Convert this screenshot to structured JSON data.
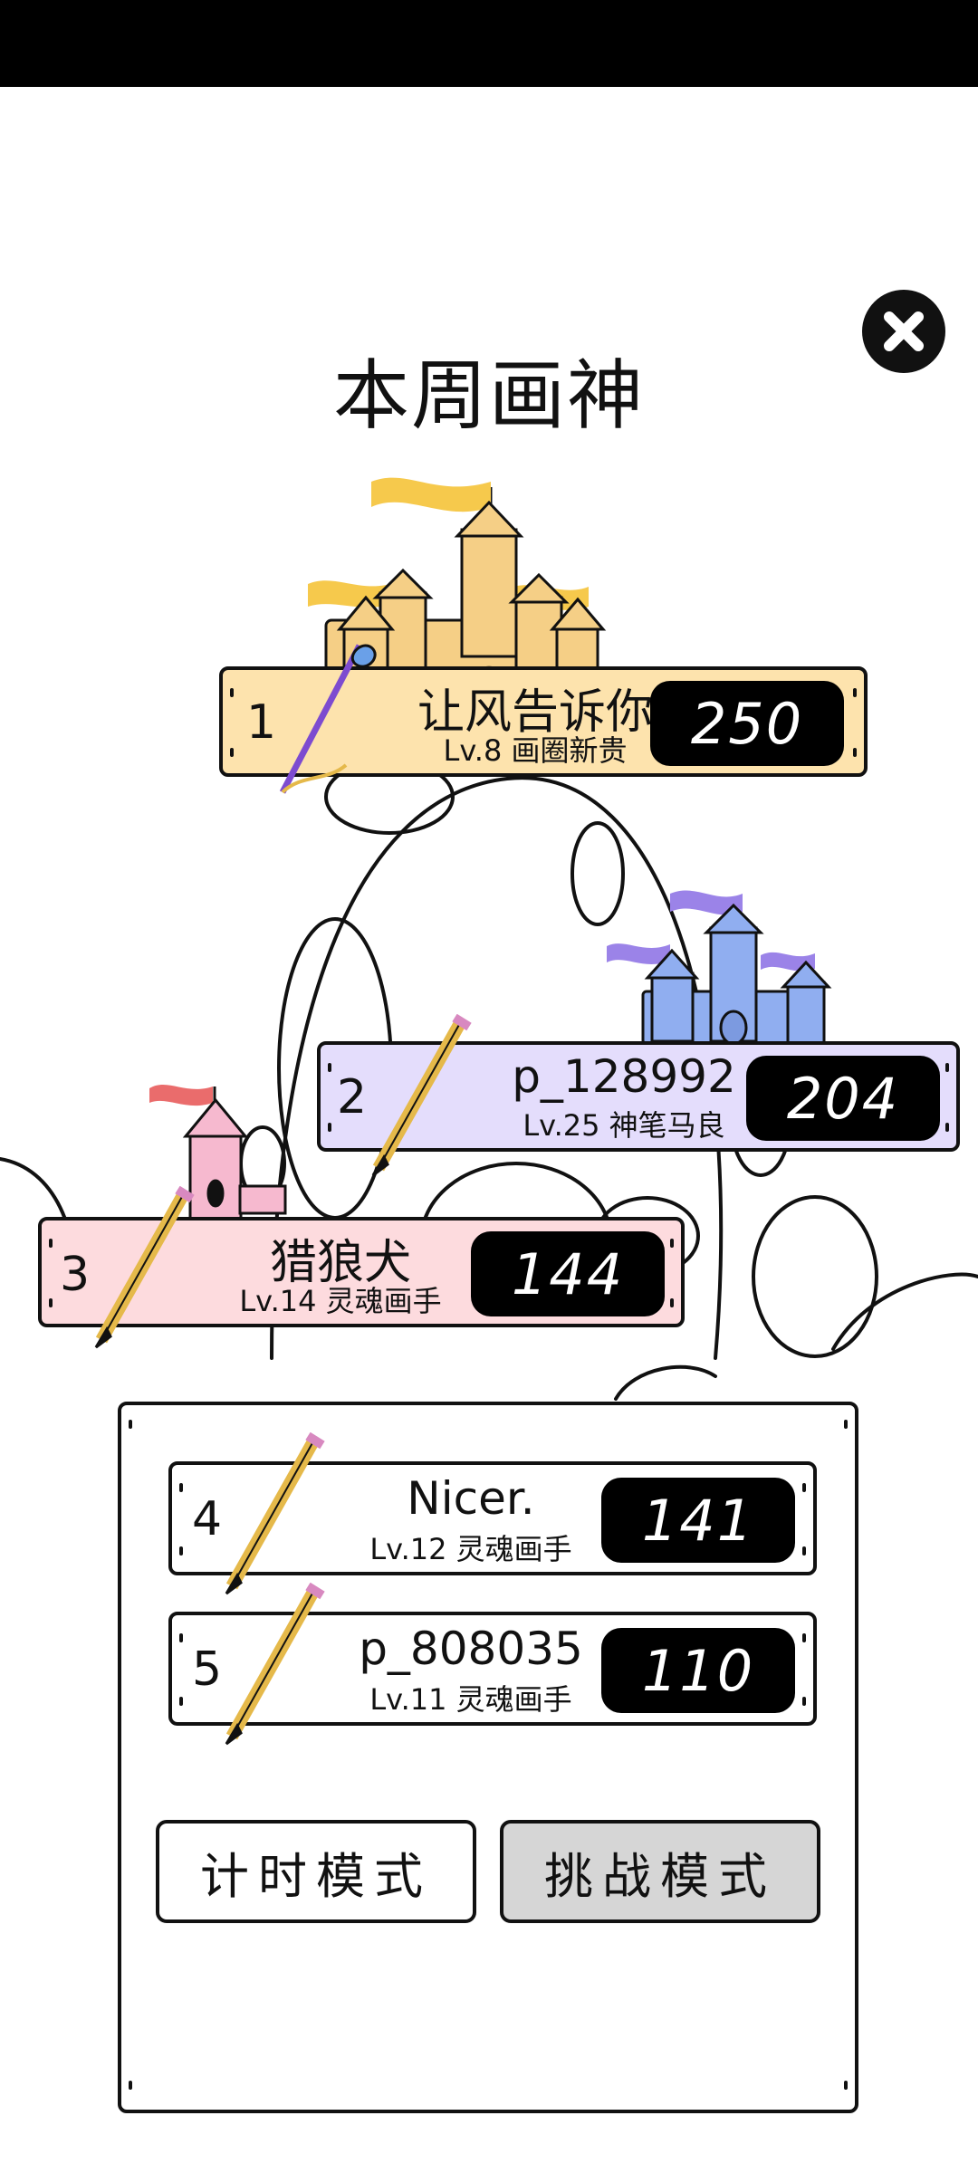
{
  "title": "本周画神",
  "colors": {
    "gold": "#fde3ad",
    "lavender": "#e4ddfc",
    "pink": "#fddbde",
    "flag_gold": "#f6c94c",
    "castle_gold": "#f5cf86",
    "castle_blue": "#90aef0",
    "castle_pink": "#f6b9cf",
    "challenge_gray": "#d6d6d6"
  },
  "icons": {
    "close": "close-icon",
    "pencil": "pencil-icon",
    "castle": "castle-icon"
  },
  "ranking": [
    {
      "rank": "1",
      "name": "让风告诉你",
      "level": "Lv.8   画圈新贵",
      "score": "250"
    },
    {
      "rank": "2",
      "name": "p_128992",
      "level": "Lv.25 神笔马良",
      "score": "204"
    },
    {
      "rank": "3",
      "name": "猎狼犬",
      "level": "Lv.14 灵魂画手",
      "score": "144"
    },
    {
      "rank": "4",
      "name": "Nicer.",
      "level": "Lv.12 灵魂画手",
      "score": "141"
    },
    {
      "rank": "5",
      "name": "p_808035",
      "level": "Lv.11 灵魂画手",
      "score": "110"
    }
  ],
  "buttons": {
    "timed_mode": "计时模式",
    "challenge_mode": "挑战模式"
  }
}
